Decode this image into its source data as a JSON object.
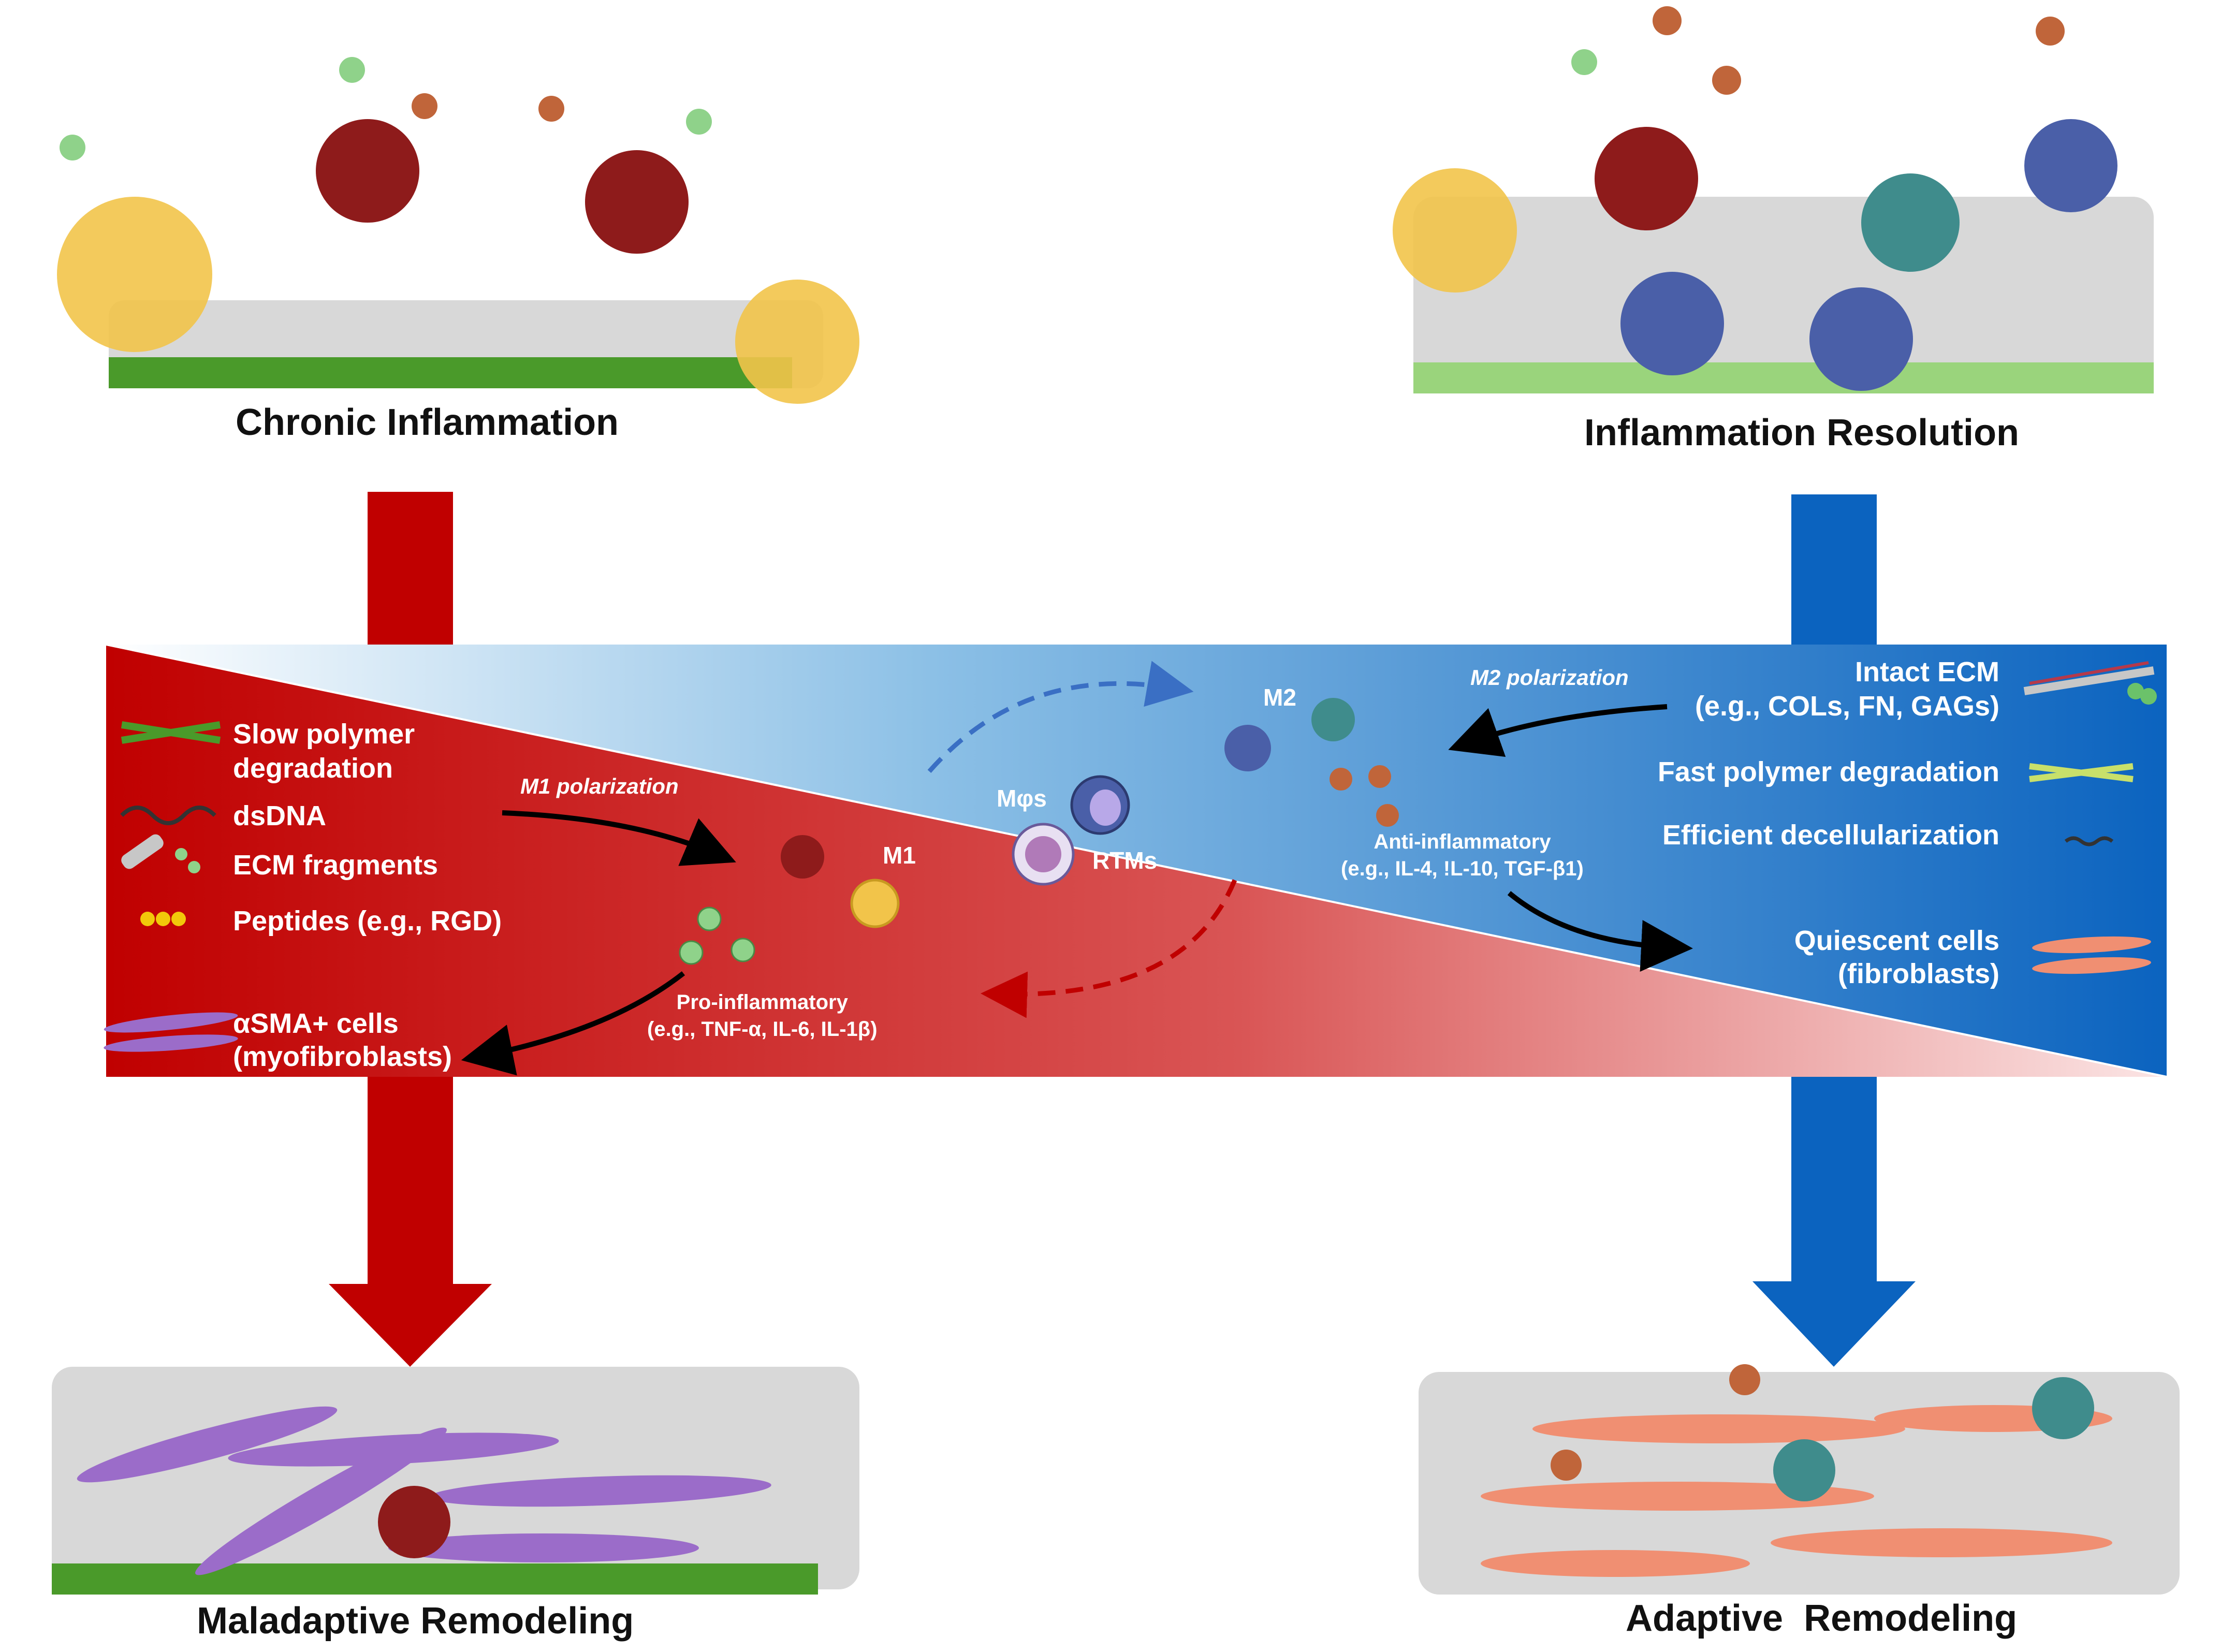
{
  "corners": {
    "chronic": "Chronic Inflammation",
    "resolution": "Inflammation Resolution",
    "maladaptive": "Maladaptive Remodeling",
    "adaptive": "Adaptive  Remodeling"
  },
  "left_items": [
    {
      "line1": "Slow polymer",
      "line2": "degradation"
    },
    {
      "line1": "dsDNA",
      "line2": ""
    },
    {
      "line1": "ECM fragments",
      "line2": ""
    },
    {
      "line1": "Peptides (e.g., RGD)",
      "line2": ""
    },
    {
      "line1": "αSMA+ cells",
      "line2": "(myofibroblasts)"
    }
  ],
  "right_items": [
    {
      "line1": "Intact ECM",
      "line2": "(e.g., COLs, FN, GAGs)"
    },
    {
      "line1": "Fast polymer degradation",
      "line2": ""
    },
    {
      "line1": "Efficient decellularization",
      "line2": ""
    },
    {
      "line1": "Quiescent cells",
      "line2": "(fibroblasts)"
    }
  ],
  "center": {
    "m1_polarization": "M1 polarization",
    "m2_polarization": "M2 polarization",
    "m1": "M1",
    "m2": "M2",
    "macrophages": "Mφs",
    "rtms": "RTMs",
    "pro_title": "Pro-inflammatory",
    "pro_examples": "(e.g., TNF-α, IL-6, IL-1β)",
    "anti_title": "Anti-inflammatory",
    "anti_examples": "(e.g., IL-4, !L-10, TGF-β1)"
  },
  "colors": {
    "red": "#c00000",
    "blue": "#0b63bf",
    "collagen": "#c7c7c7",
    "polymer_green": "#4a9a2a",
    "m1_cell": "#8e1b1b",
    "m2_cell": "#4a5fa8",
    "m2_teal": "#3f8c8c",
    "cytokine_green": "#8fd28a",
    "cytokine_brown": "#c0653a",
    "neutrophil": "#f2c44a",
    "myofibroblast": "#9b6cc9",
    "fibroblast": "#f08f72"
  }
}
